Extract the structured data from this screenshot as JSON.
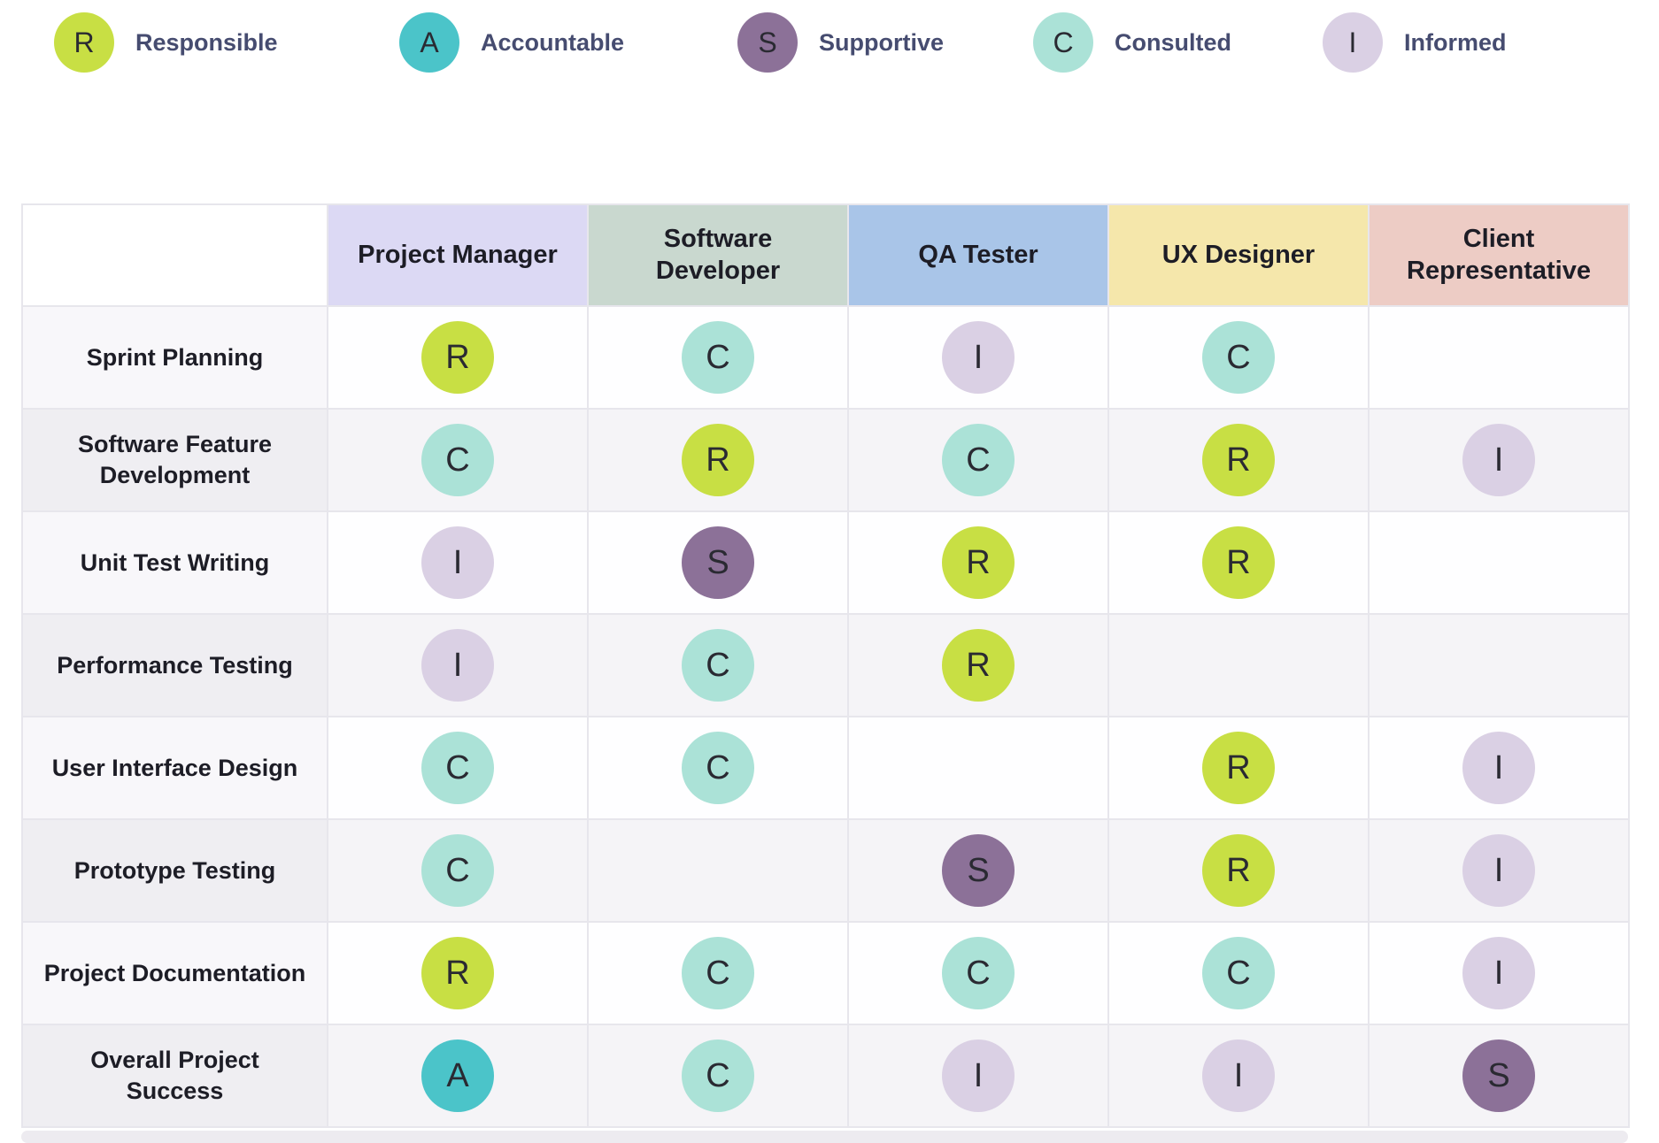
{
  "legend": {
    "items": [
      {
        "letter": "R",
        "label": "Responsible",
        "color": "#c8df44"
      },
      {
        "letter": "A",
        "label": "Accountable",
        "color": "#4bc4c9"
      },
      {
        "letter": "S",
        "label": "Supportive",
        "color": "#8c7198"
      },
      {
        "letter": "C",
        "label": "Consulted",
        "color": "#abe2d7"
      },
      {
        "letter": "I",
        "label": "Informed",
        "color": "#dad0e4"
      }
    ]
  },
  "table": {
    "columns": [
      {
        "label": "Project Manager",
        "bg": "#dcd9f4"
      },
      {
        "label": "Software Developer",
        "bg": "#c9d8cf"
      },
      {
        "label": "QA Tester",
        "bg": "#a9c5e8"
      },
      {
        "label": "UX Designer",
        "bg": "#f5e7ab"
      },
      {
        "label": "Client Representative",
        "bg": "#edccc5"
      }
    ],
    "rows": [
      {
        "task": "Sprint Planning",
        "cells": [
          "R",
          "C",
          "I",
          "C",
          ""
        ]
      },
      {
        "task": "Software Feature Development",
        "cells": [
          "C",
          "R",
          "C",
          "R",
          "I"
        ]
      },
      {
        "task": "Unit Test Writing",
        "cells": [
          "I",
          "S",
          "R",
          "R",
          ""
        ]
      },
      {
        "task": "Performance Testing",
        "cells": [
          "I",
          "C",
          "R",
          "",
          ""
        ]
      },
      {
        "task": "User Interface Design",
        "cells": [
          "C",
          "C",
          "",
          "R",
          "I"
        ]
      },
      {
        "task": "Prototype Testing",
        "cells": [
          "C",
          "",
          "S",
          "R",
          "I"
        ]
      },
      {
        "task": "Project Documentation",
        "cells": [
          "R",
          "C",
          "C",
          "C",
          "I"
        ]
      },
      {
        "task": "Overall Project Success",
        "cells": [
          "A",
          "C",
          "I",
          "I",
          "S"
        ]
      }
    ]
  }
}
